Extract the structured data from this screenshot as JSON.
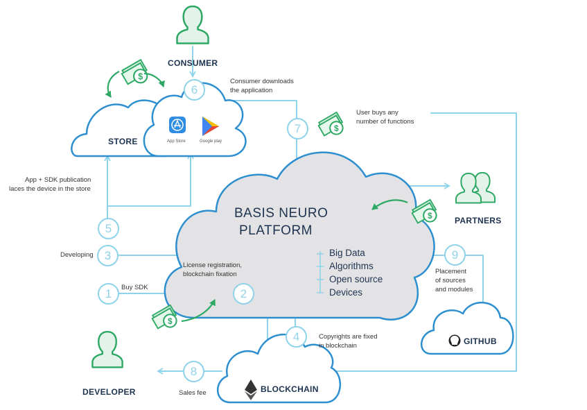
{
  "nodes": {
    "consumer": "CONSUMER",
    "store": "STORE",
    "partners": "PARTNERS",
    "developer": "DEVELOPER",
    "github": "GITHUB",
    "blockchain": "BLOCKCHAIN",
    "platform_line1": "BASIS NEURO",
    "platform_line2": "PLATFORM"
  },
  "store_apps": {
    "app_store": "App Store",
    "google_play": "Google play"
  },
  "platform_items": [
    "Big Data",
    "Algorithms",
    "Open source",
    "Devices"
  ],
  "steps": [
    "1",
    "2",
    "3",
    "4",
    "5",
    "6",
    "7",
    "8",
    "9"
  ],
  "notes": {
    "consumer_downloads_1": "Consumer downloads",
    "consumer_downloads_2": "the application",
    "user_buys_1": "User buys any",
    "user_buys_2": "number of functions",
    "app_sdk_1": "App + SDK publication",
    "app_sdk_2": "laces the device in the store",
    "developing": "Developing",
    "license_1": "License registration,",
    "license_2": "blockchain fixation",
    "buy_sdk": "Buy SDK",
    "copyrights_1": "Copyrights are fixed",
    "copyrights_2": "in blockchain",
    "placement_1": "Placement",
    "placement_2": "of sources",
    "placement_3": "and modules",
    "sales_fee": "Sales fee"
  },
  "colors": {
    "accent": "#8fd3ea",
    "cloud_stroke": "#2d8fcf",
    "green": "#2ea865",
    "platform_fill": "#e3e3e5",
    "text_dark": "#1e3350"
  },
  "icons": [
    "person-icon",
    "money-icon",
    "app-store-icon",
    "google-play-icon",
    "ethereum-icon",
    "github-icon"
  ]
}
